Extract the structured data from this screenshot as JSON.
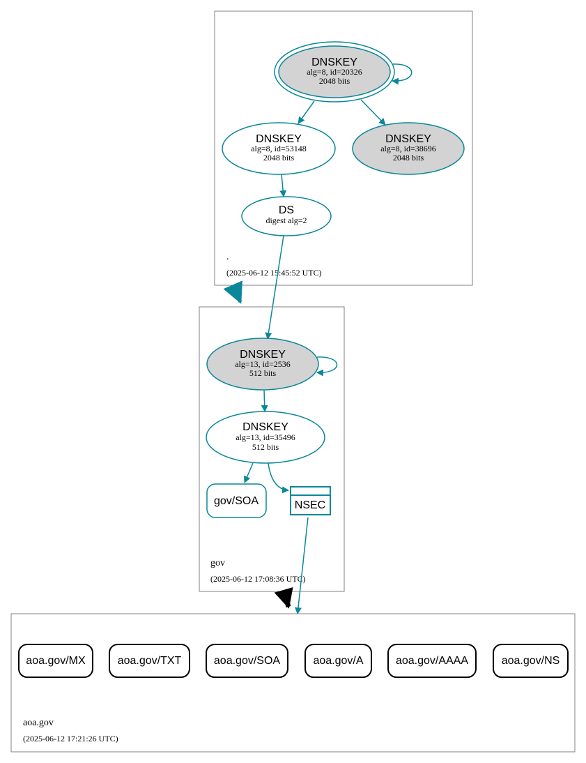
{
  "colors": {
    "teal": "#0a879a",
    "secure_fill": "#d3d3d3",
    "normal_fill": "#ffffff",
    "zone_border": "#808080",
    "delegation_insecure": "#000000"
  },
  "zones": {
    "root": {
      "name": ".",
      "timestamp": "(2025-06-12 15:45:52 UTC)",
      "nodes": {
        "ksk": {
          "type": "DNSKEY",
          "detail": "alg=8, id=20326",
          "bits": "2048 bits"
        },
        "zsk1": {
          "type": "DNSKEY",
          "detail": "alg=8, id=53148",
          "bits": "2048 bits"
        },
        "zsk2": {
          "type": "DNSKEY",
          "detail": "alg=8, id=38696",
          "bits": "2048 bits"
        },
        "ds": {
          "type": "DS",
          "detail": "digest alg=2"
        }
      }
    },
    "gov": {
      "name": "gov",
      "timestamp": "(2025-06-12 17:08:36 UTC)",
      "nodes": {
        "ksk": {
          "type": "DNSKEY",
          "detail": "alg=13, id=2536",
          "bits": "512 bits"
        },
        "zsk": {
          "type": "DNSKEY",
          "detail": "alg=13, id=35496",
          "bits": "512 bits"
        },
        "soa": {
          "label": "gov/SOA"
        },
        "nsec": {
          "label": "NSEC"
        }
      }
    },
    "aoa": {
      "name": "aoa.gov",
      "timestamp": "(2025-06-12 17:21:26 UTC)",
      "records": [
        "aoa.gov/MX",
        "aoa.gov/TXT",
        "aoa.gov/SOA",
        "aoa.gov/A",
        "aoa.gov/AAAA",
        "aoa.gov/NS"
      ]
    }
  }
}
